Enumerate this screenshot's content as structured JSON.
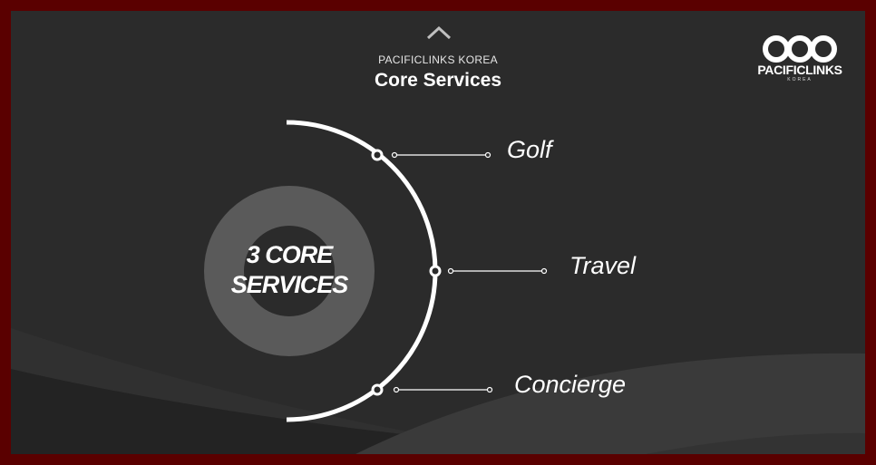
{
  "header": {
    "supertitle": "PACIFICLINKS KOREA",
    "title": "Core Services"
  },
  "logo": {
    "name": "PACIFICLINKS",
    "sub": "KOREA"
  },
  "center": {
    "line1": "3 CORE",
    "line2": "SERVICES"
  },
  "services": [
    {
      "label": "Golf"
    },
    {
      "label": "Travel"
    },
    {
      "label": "Concierge"
    }
  ],
  "colors": {
    "background": "#2b2b2b",
    "frame": "#5a0000",
    "ring": "#5a5a5a",
    "accent": "#ffffff"
  },
  "icons": {
    "top_nav": "chevron-up-icon",
    "logo": "three-rings-logo-icon"
  }
}
